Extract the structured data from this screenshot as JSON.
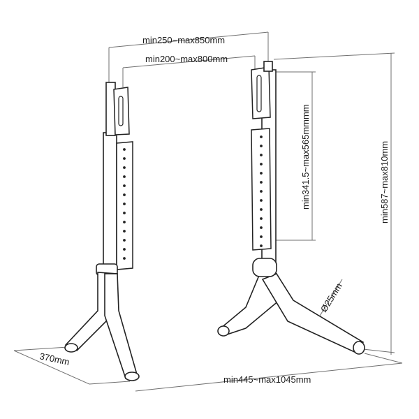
{
  "dimensions": {
    "outer_width": "min250~max850mm",
    "inner_width": "min200~max800mm",
    "bracket_range": "min341.5~max565mmmm",
    "total_height": "min587~max810mm",
    "tube_diameter": "Ø25mm",
    "depth": "370mm",
    "base_span": "min445~max1045mm"
  },
  "colors": {
    "line": "#222222",
    "dimension_line": "#6f6f6f",
    "background": "#ffffff"
  }
}
